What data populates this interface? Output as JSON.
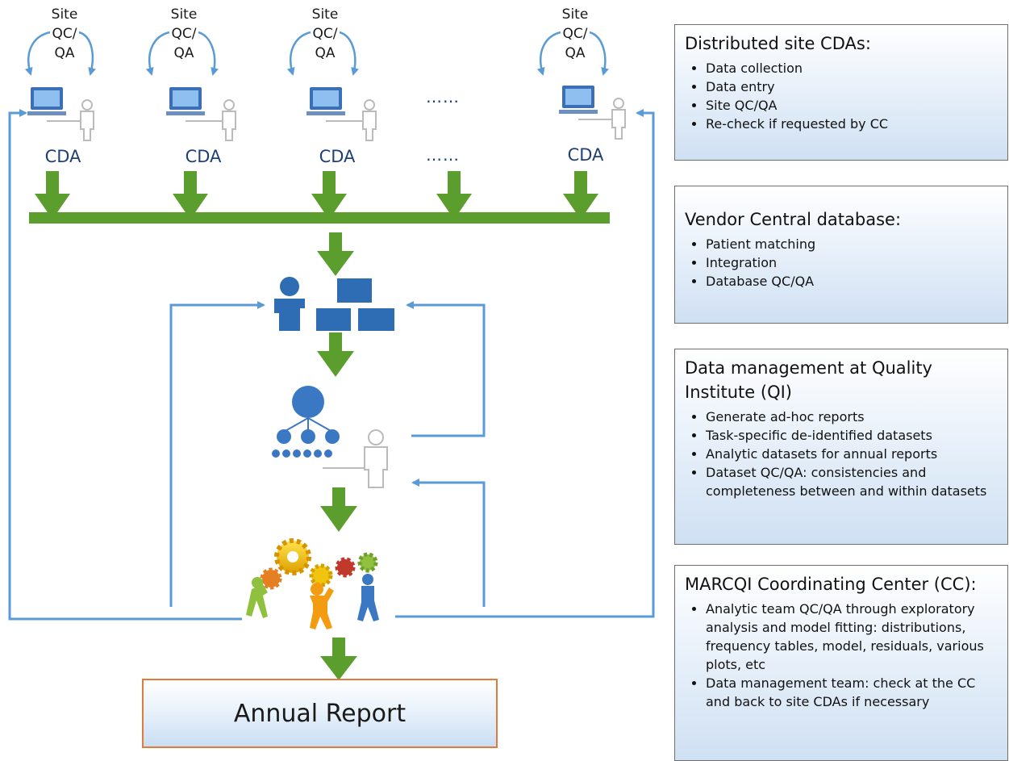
{
  "sites": [
    {
      "qc_label": "Site\nQC/\nQA",
      "cda_label": "CDA"
    },
    {
      "qc_label": "Site\nQC/\nQA",
      "cda_label": "CDA"
    },
    {
      "qc_label": "Site\nQC/\nQA",
      "cda_label": "CDA"
    },
    {
      "qc_label": "Site\nQC/\nQA",
      "cda_label": "CDA"
    }
  ],
  "ellipsis_top": "……",
  "ellipsis_cda": "……",
  "annual_report": "Annual Report",
  "panels": {
    "distributed": {
      "title": "Distributed site CDAs:",
      "items": [
        "Data collection",
        "Data entry",
        "Site QC/QA",
        "Re-check if requested by CC"
      ]
    },
    "vendor": {
      "title": "Vendor Central database:",
      "items": [
        "Patient matching",
        "Integration",
        "Database QC/QA"
      ]
    },
    "data_mgmt": {
      "title": "Data management at Quality Institute (QI)",
      "items": [
        "Generate ad-hoc reports",
        "Task-specific de-identified datasets",
        "Analytic datasets for annual reports",
        "Dataset QC/QA: consistencies and completeness between and within datasets"
      ]
    },
    "marcqi": {
      "title": "MARCQI Coordinating Center (CC):",
      "items": [
        "Analytic team QC/QA through exploratory analysis and model fitting: distributions, frequency tables, model, residuals, various plots, etc",
        "Data management team: check at the CC and back to site CDAs if necessary"
      ]
    }
  },
  "colors": {
    "green_arrow": "#5c9e2e",
    "blue_line": "#5b9bd5",
    "panel_border": "#6f6f6f",
    "report_border": "#e07b3c",
    "cda_text": "#1f3f77"
  }
}
